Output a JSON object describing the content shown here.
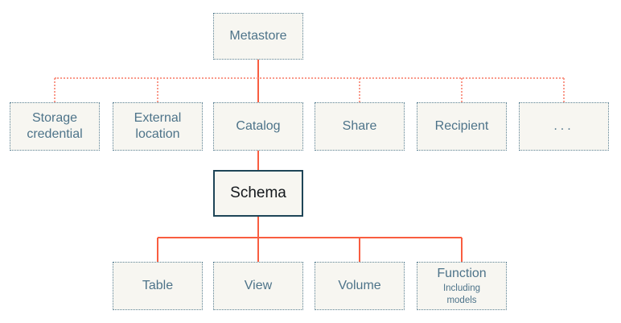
{
  "colors": {
    "background": "#ffffff",
    "box_fill": "#f7f6f1",
    "box_border": "#5b8194",
    "label_text": "#4d7389",
    "schema_border": "#1e4557",
    "schema_text": "#14181c",
    "connector_solid": "#f95d40",
    "connector_dotted": "#f9998a"
  },
  "nodes": {
    "metastore": {
      "label": "Metastore"
    },
    "children": [
      {
        "id": "storage-credential",
        "label": "Storage credential"
      },
      {
        "id": "external-location",
        "label": "External location"
      },
      {
        "id": "catalog",
        "label": "Catalog"
      },
      {
        "id": "share",
        "label": "Share"
      },
      {
        "id": "recipient",
        "label": "Recipient"
      },
      {
        "id": "more",
        "label": "..."
      }
    ],
    "schema": {
      "label": "Schema"
    },
    "schema_children": [
      {
        "id": "table",
        "label": "Table"
      },
      {
        "id": "view",
        "label": "View"
      },
      {
        "id": "volume",
        "label": "Volume"
      },
      {
        "id": "function",
        "label": "Function",
        "sublabel": "Including models"
      }
    ]
  }
}
